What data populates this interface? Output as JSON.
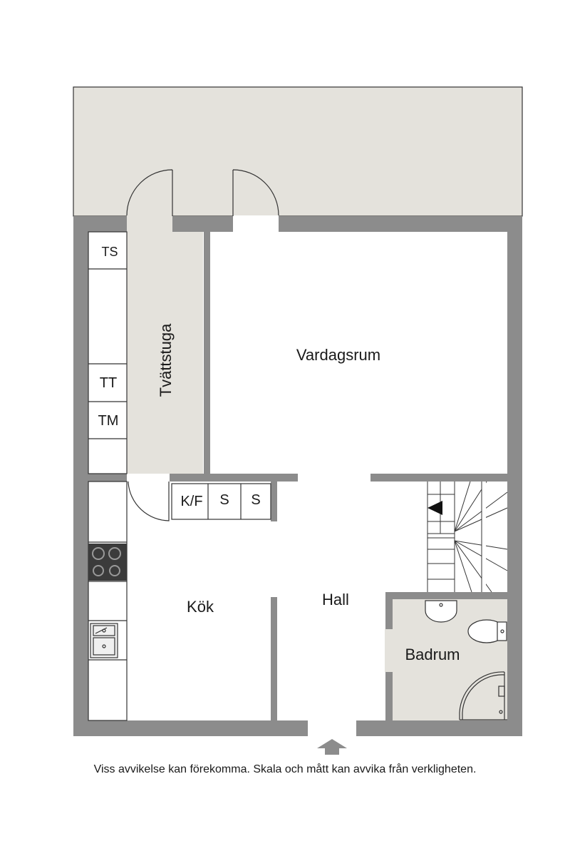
{
  "rooms": {
    "vardagsrum": "Vardagsrum",
    "tvattstuga": "Tvättstuga",
    "kok": "Kök",
    "hall": "Hall",
    "badrum": "Badrum"
  },
  "appliances": {
    "ts": "TS",
    "tt": "TT",
    "tm": "TM",
    "kf": "K/F",
    "s1": "S",
    "s2": "S"
  },
  "disclaimer": "Viss avvikelse kan förekomma. Skala och mått kan avvika från verkligheten.",
  "colors": {
    "wall": "#8c8c8c",
    "terrace": "#e4e2dc",
    "wet_room": "#e4e2dc",
    "floor": "#ffffff",
    "line": "#333333"
  },
  "icons": [
    "entrance-arrow-icon",
    "stair-direction-arrow-icon",
    "stove-icon",
    "sink-icon",
    "toilet-icon",
    "washbasin-icon",
    "shower-icon"
  ]
}
